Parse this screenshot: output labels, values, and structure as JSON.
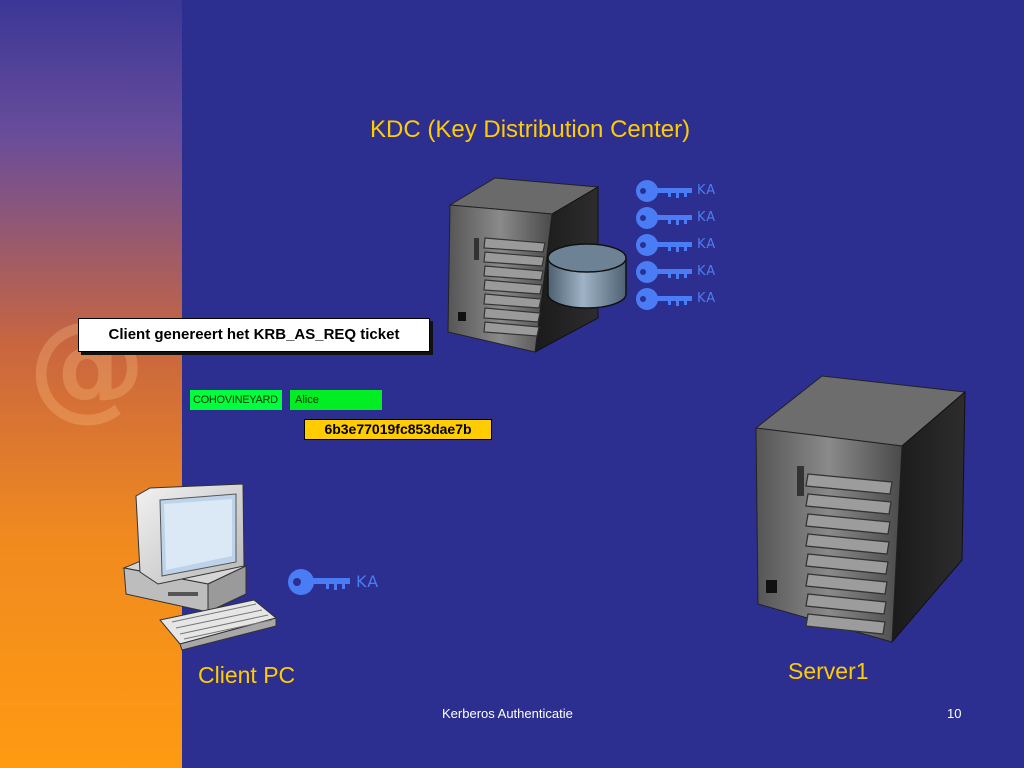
{
  "slide": {
    "title": "KDC (Key Distribution Center)",
    "caption": "Client genereert het KRB_AS_REQ ticket",
    "domain_tag": "COHOVINEYARD",
    "user_tag": "Alice",
    "hash": "6b3e77019fc853dae7b",
    "client_label": "Client PC",
    "server_label": "Server1",
    "footer_title": "Kerberos Authenticatie",
    "page_number": "10"
  },
  "kdc_keys": [
    "KA",
    "KA",
    "KA",
    "KA",
    "KA"
  ],
  "client_key": "KA",
  "colors": {
    "background": "#2c2f8f",
    "accent_text": "#ffcc00",
    "key_blue": "#4a7cf5",
    "tag_green": "#00ff3c",
    "hash_yellow": "#ffcc00"
  }
}
